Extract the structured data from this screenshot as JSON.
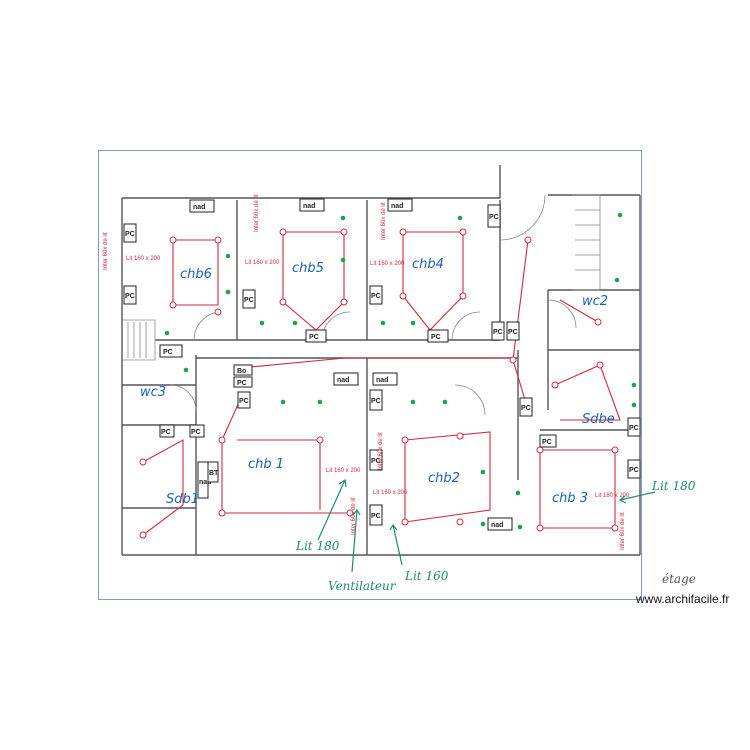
{
  "rooms": {
    "chb6": "chb6",
    "chb5": "chb5",
    "chb4": "chb4",
    "wc2": "wc2",
    "wc3": "wc3",
    "chb1": "chb 1",
    "chb2": "chb2",
    "sdbe": "Sdbe",
    "sdb1": "Sdb1",
    "chb3": "chb 3"
  },
  "notes": {
    "lit160": "Lit 160 x 200",
    "lit180": "Lit 180 x 200",
    "inter": "Inter 60x de lit"
  },
  "furniture": {
    "nad": "nad",
    "pc": "PC",
    "bo": "Bo",
    "bt": "BT"
  },
  "annotations": {
    "lit180": "Lit 180",
    "ventilateur": "Ventilateur",
    "lit160": "Lit 160",
    "etage": "étage"
  },
  "watermark": "www.archifacile.fr"
}
